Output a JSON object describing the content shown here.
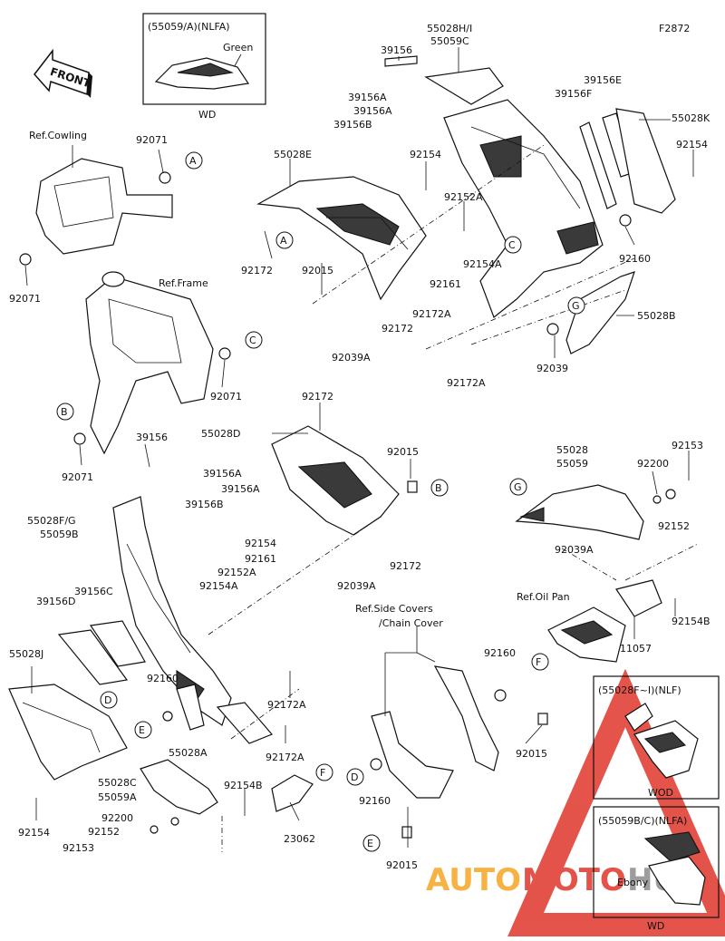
{
  "figure_code": "F2872",
  "front_label": "FRONT",
  "variant_boxes": [
    {
      "header": "(55059/A)(NLFA)",
      "note": "Green",
      "footer": "WD"
    },
    {
      "header": "(55028F~I)(NLF)",
      "note": "",
      "footer": "WOD"
    },
    {
      "header": "(55059B/C)(NLFA)",
      "note": "Ebony",
      "footer": "WD"
    }
  ],
  "ref_labels": [
    "Ref.Cowling",
    "Ref.Frame",
    "Ref.Oil Pan",
    "Ref.Side Covers",
    "/Chain Cover"
  ],
  "callouts": [
    "55028H/I",
    "55059C",
    "39156",
    "39156A",
    "39156A",
    "39156B",
    "39156E",
    "39156F",
    "55028K",
    "92154",
    "55028E",
    "92154",
    "92152A",
    "92154A",
    "92161",
    "92160",
    "92172",
    "92015",
    "92172",
    "92172A",
    "92039A",
    "92172A",
    "55028B",
    "92039",
    "92071",
    "92071",
    "92071",
    "92071",
    "92172",
    "55028D",
    "92015",
    "39156",
    "39156A",
    "39156A",
    "39156B",
    "55028F/G",
    "55059B",
    "92154",
    "92161",
    "92152A",
    "92154A",
    "92039A",
    "92172",
    "55028",
    "55059",
    "92153",
    "92200",
    "92152",
    "92039A",
    "92154B",
    "11057",
    "39156C",
    "39156D",
    "55028J",
    "92160",
    "92172A",
    "55028A",
    "92172A",
    "55028C",
    "55059A",
    "92154B",
    "92200",
    "92152",
    "92153",
    "92154",
    "23062",
    "92160",
    "92015",
    "92160",
    "92015"
  ],
  "circle_labels": [
    "A",
    "A",
    "B",
    "B",
    "C",
    "C",
    "D",
    "D",
    "E",
    "E",
    "F",
    "F",
    "G",
    "G"
  ],
  "watermark": {
    "part1": "AUTO",
    "part2": "MOTO",
    "part3": "HUB"
  },
  "colors": {
    "line": "#111111",
    "watermark_red": "#e0362a",
    "watermark_orange": "#f5a623",
    "watermark_grey": "#8c8c8c"
  }
}
